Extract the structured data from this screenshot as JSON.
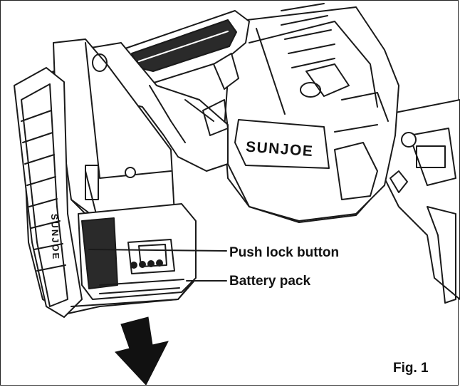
{
  "figure": {
    "brand_text": "SUNJOE",
    "battery_brand_text": "SUNJOE",
    "labels": {
      "push_lock_button": "Push lock button",
      "battery_pack": "Battery pack"
    },
    "caption": "Fig. 1",
    "icons": [
      "down-arrow-icon"
    ],
    "colors": {
      "line": "#1a1a1a",
      "fill": "#ffffff",
      "dark_fill": "#111111"
    }
  }
}
